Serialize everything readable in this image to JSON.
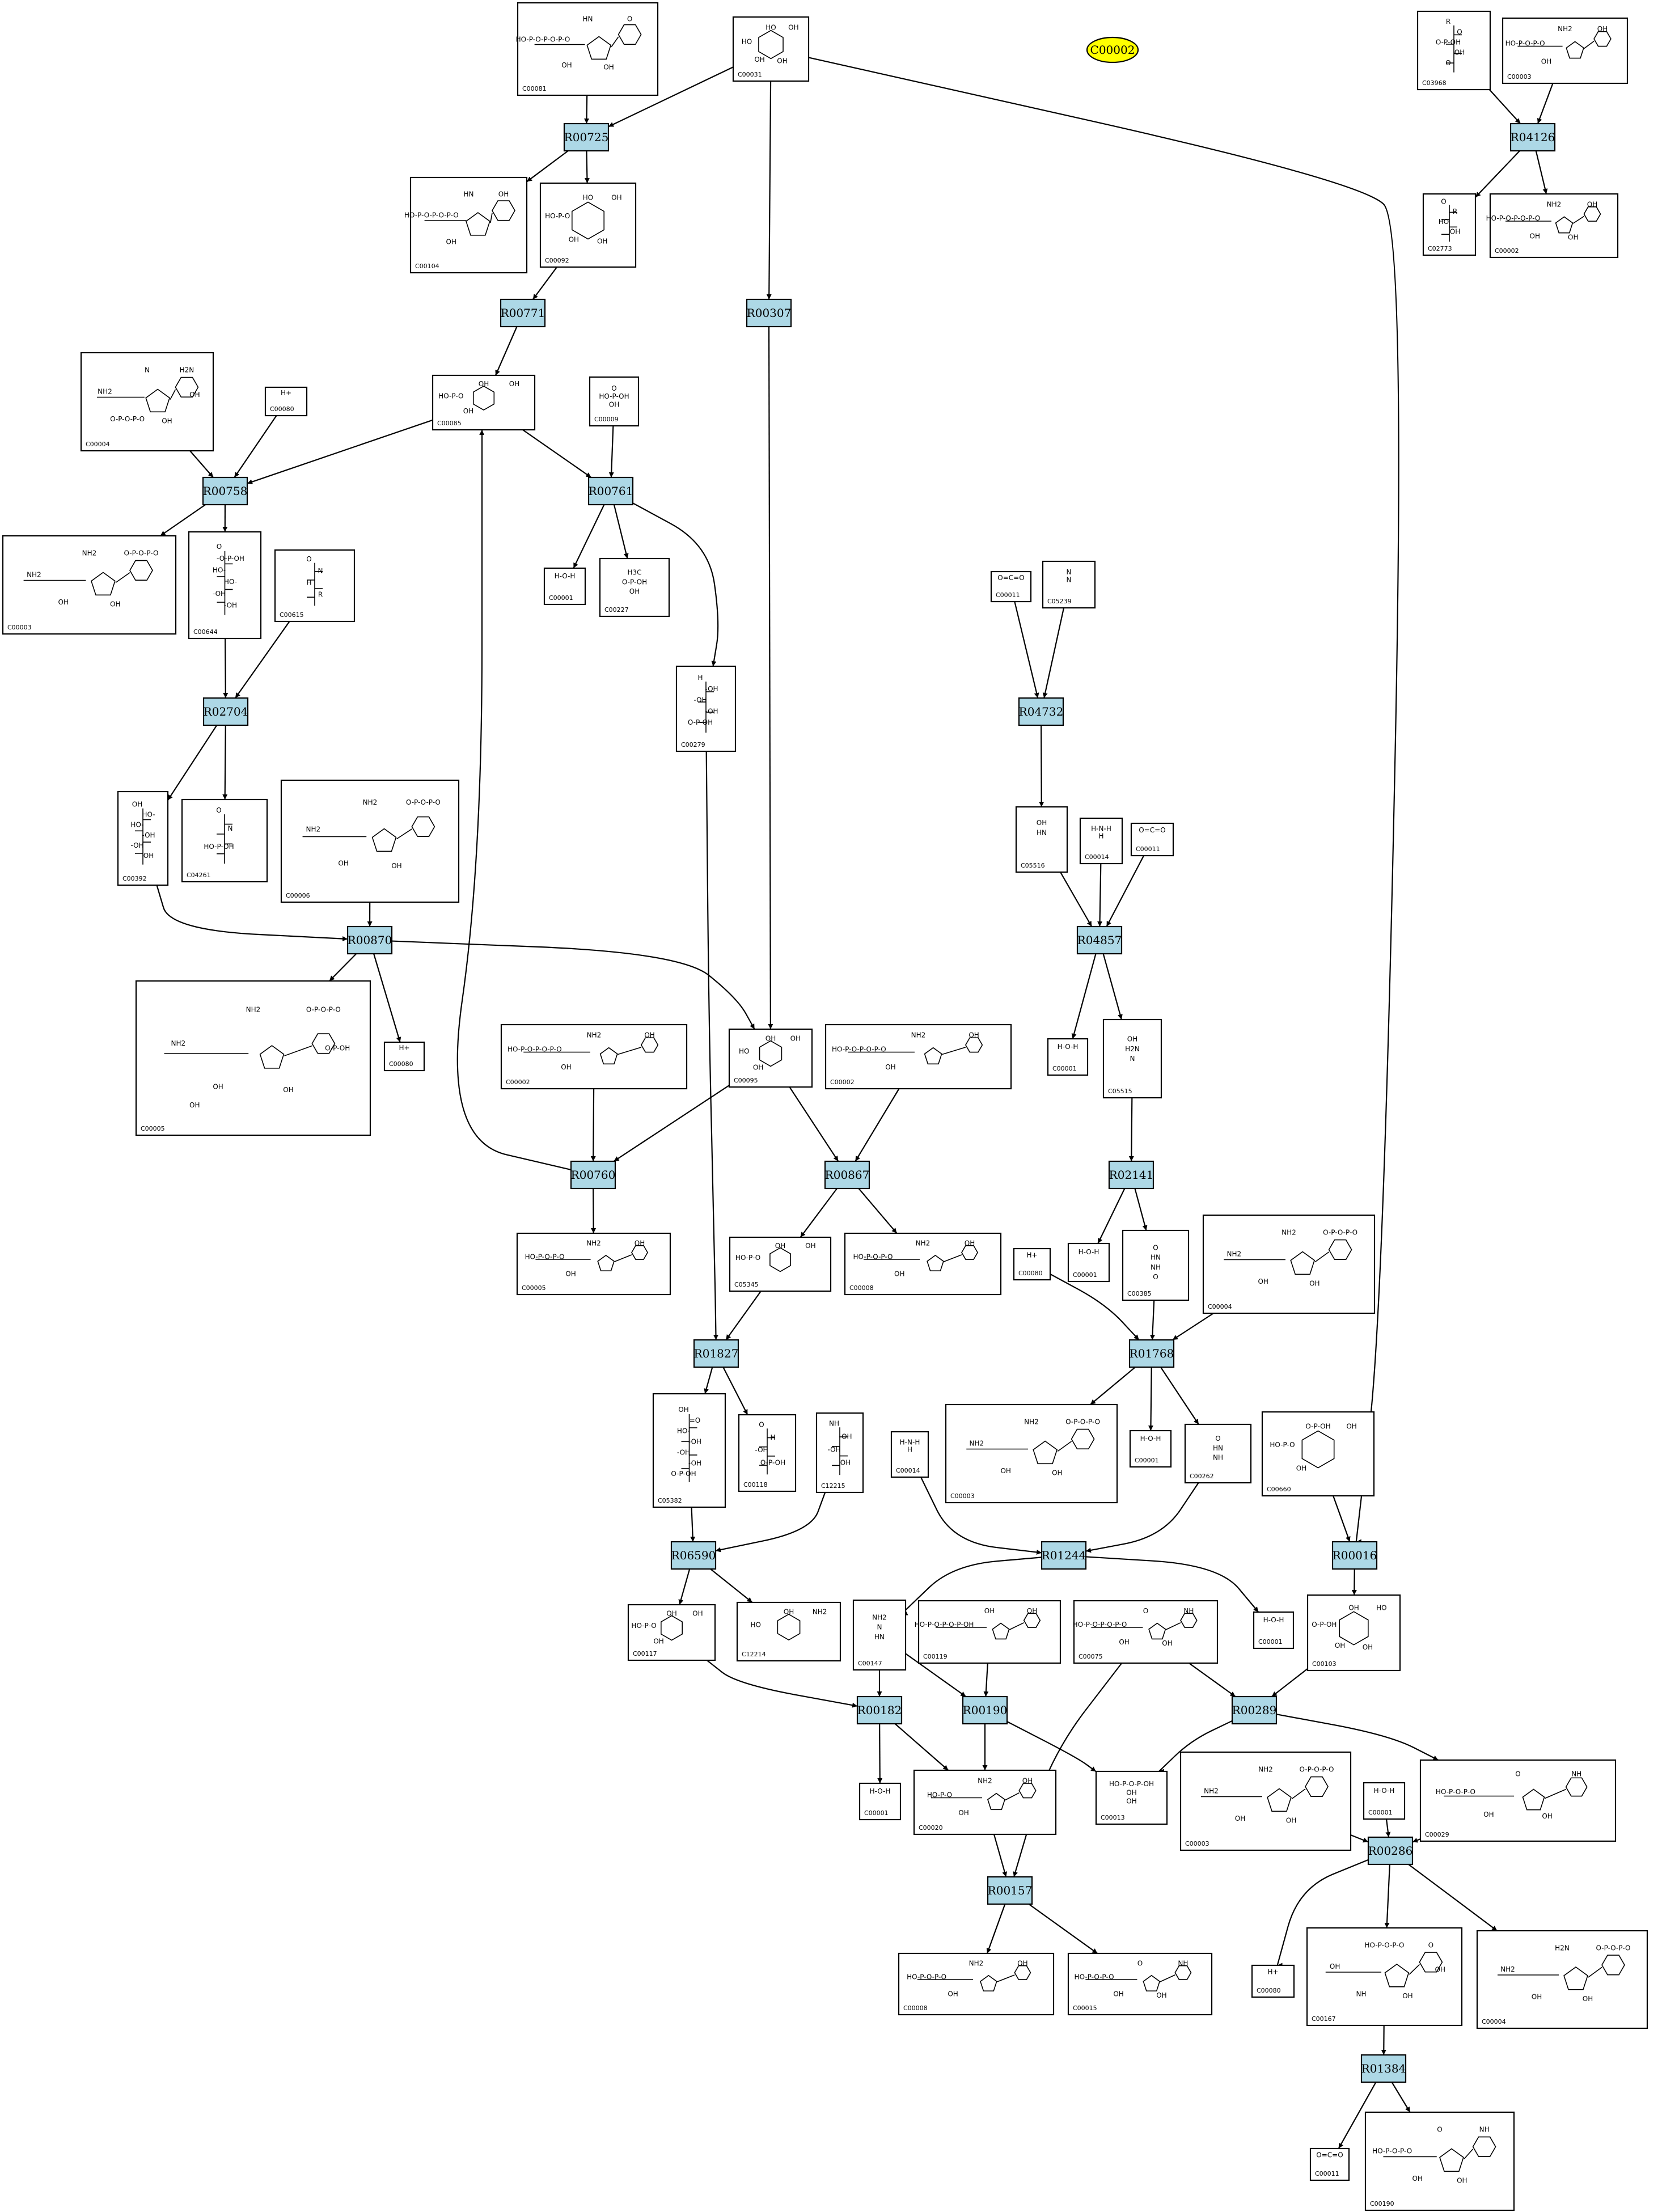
{
  "highlight": {
    "label": "C00002"
  },
  "reactions": [
    {
      "id": "R00725",
      "label": "R00725"
    },
    {
      "id": "R00771",
      "label": "R00771"
    },
    {
      "id": "R00307",
      "label": "R00307"
    },
    {
      "id": "R04126",
      "label": "R04126"
    },
    {
      "id": "R00758",
      "label": "R00758"
    },
    {
      "id": "R00761",
      "label": "R00761"
    },
    {
      "id": "R02704",
      "label": "R02704"
    },
    {
      "id": "R04732",
      "label": "R04732"
    },
    {
      "id": "R00870",
      "label": "R00870"
    },
    {
      "id": "R04857",
      "label": "R04857"
    },
    {
      "id": "R00760",
      "label": "R00760"
    },
    {
      "id": "R00867",
      "label": "R00867"
    },
    {
      "id": "R02141",
      "label": "R02141"
    },
    {
      "id": "R01827",
      "label": "R01827"
    },
    {
      "id": "R01768",
      "label": "R01768"
    },
    {
      "id": "R06590",
      "label": "R06590"
    },
    {
      "id": "R01244",
      "label": "R01244"
    },
    {
      "id": "R00016",
      "label": "R00016"
    },
    {
      "id": "R00182",
      "label": "R00182"
    },
    {
      "id": "R00190",
      "label": "R00190"
    },
    {
      "id": "R00289",
      "label": "R00289"
    },
    {
      "id": "R00157",
      "label": "R00157"
    },
    {
      "id": "R00286",
      "label": "R00286"
    },
    {
      "id": "R01384",
      "label": "R01384"
    }
  ],
  "compounds": [
    {
      "id": "n1",
      "label": "C00081",
      "kind": "nuc",
      "texts": [
        "HO-P-O-P-O-P-O",
        "HN",
        "O",
        "OH",
        "OH"
      ]
    },
    {
      "id": "n2",
      "label": "C00031",
      "kind": "sugar",
      "texts": [
        "HO",
        "HO",
        "OH",
        "OH",
        "OH"
      ]
    },
    {
      "id": "n3",
      "label": "C03968",
      "kind": "chain",
      "texts": [
        "R",
        "O",
        "O-P-OH",
        "OH",
        "O"
      ]
    },
    {
      "id": "n4",
      "label": "C00003",
      "kind": "nuc",
      "texts": [
        "HO-P-O-P-O",
        "NH2",
        "OH",
        "OH"
      ]
    },
    {
      "id": "n5",
      "label": "C00104",
      "kind": "nuc",
      "texts": [
        "HO-P-O-P-O-P-O",
        "HN",
        "OH",
        "OH"
      ]
    },
    {
      "id": "n6",
      "label": "C00092",
      "kind": "sugar",
      "texts": [
        "HO-P-O",
        "HO",
        "OH",
        "OH",
        "OH"
      ]
    },
    {
      "id": "n7",
      "label": "C02773",
      "kind": "chain",
      "texts": [
        "O",
        "R",
        "HO",
        "OH"
      ]
    },
    {
      "id": "n8",
      "label": "C00002",
      "kind": "nuc",
      "texts": [
        "HO-P-O-P-O-P-O",
        "NH2",
        "OH",
        "OH",
        "OH"
      ]
    },
    {
      "id": "n9",
      "label": "C00004",
      "kind": "nuc",
      "texts": [
        "NH2",
        "N",
        "H2N",
        "O-P-O-P-O",
        "OH",
        "OH"
      ]
    },
    {
      "id": "n10",
      "label": "C00080",
      "kind": "small",
      "texts": [
        "H+"
      ]
    },
    {
      "id": "n11",
      "label": "C00085",
      "kind": "sugar",
      "texts": [
        "HO-P-O",
        "OH",
        "OH",
        "OH"
      ]
    },
    {
      "id": "n12",
      "label": "C00009",
      "kind": "small",
      "texts": [
        "O",
        "HO-P-OH",
        "OH"
      ]
    },
    {
      "id": "n13",
      "label": "C00003",
      "kind": "nuc",
      "texts": [
        "NH2",
        "NH2",
        "O-P-O-P-O",
        "OH",
        "OH"
      ]
    },
    {
      "id": "n14",
      "label": "C00644",
      "kind": "chain",
      "texts": [
        "O",
        "-O-P-OH",
        "HO-",
        "HO-",
        "-OH",
        "-OH"
      ]
    },
    {
      "id": "n15",
      "label": "C00615",
      "kind": "chain",
      "texts": [
        "O",
        "N",
        "H",
        "R"
      ]
    },
    {
      "id": "n16",
      "label": "C00001",
      "kind": "small",
      "texts": [
        "H-O-H"
      ]
    },
    {
      "id": "n17",
      "label": "C00227",
      "kind": "small",
      "texts": [
        "H3C",
        "O-P-OH",
        "OH"
      ]
    },
    {
      "id": "n18",
      "label": "C00011",
      "kind": "small",
      "texts": [
        "O=C=O"
      ]
    },
    {
      "id": "n19",
      "label": "C05239",
      "kind": "small",
      "texts": [
        "N",
        "N"
      ]
    },
    {
      "id": "n20",
      "label": "C00279",
      "kind": "chain",
      "texts": [
        "H",
        "-OH",
        "-OH",
        "-OH",
        "O-P-OH"
      ]
    },
    {
      "id": "n21",
      "label": "C00392",
      "kind": "chain",
      "texts": [
        "OH",
        "HO-",
        "HO-",
        "-OH",
        "-OH",
        "OH"
      ]
    },
    {
      "id": "n22",
      "label": "C04261",
      "kind": "chain",
      "texts": [
        "O",
        "N",
        "HO-P-OH"
      ]
    },
    {
      "id": "n23",
      "label": "C00006",
      "kind": "nuc",
      "texts": [
        "NH2",
        "NH2",
        "O-P-O-P-O",
        "OH",
        "OH"
      ]
    },
    {
      "id": "n24",
      "label": "C05516",
      "kind": "small",
      "texts": [
        "OH",
        "HN"
      ]
    },
    {
      "id": "n25",
      "label": "C00014",
      "kind": "small",
      "texts": [
        "H-N-H",
        "H"
      ]
    },
    {
      "id": "n26",
      "label": "C00011",
      "kind": "small",
      "texts": [
        "O=C=O"
      ]
    },
    {
      "id": "n27",
      "label": "C00005",
      "kind": "nuc",
      "texts": [
        "NH2",
        "NH2",
        "O-P-O-P-O",
        "OH",
        "OH",
        "O-P-OH",
        "OH"
      ]
    },
    {
      "id": "n28",
      "label": "C00080",
      "kind": "small",
      "texts": [
        "H+"
      ]
    },
    {
      "id": "n29",
      "label": "C00002",
      "kind": "nuc",
      "texts": [
        "HO-P-O-P-O-P-O",
        "NH2",
        "OH",
        "OH"
      ]
    },
    {
      "id": "n30",
      "label": "C00095",
      "kind": "sugar",
      "texts": [
        "HO",
        "OH",
        "OH",
        "OH"
      ]
    },
    {
      "id": "n31",
      "label": "C00002",
      "kind": "nuc",
      "texts": [
        "HO-P-O-P-O-P-O",
        "NH2",
        "OH",
        "OH"
      ]
    },
    {
      "id": "n32",
      "label": "C00001",
      "kind": "small",
      "texts": [
        "H-O-H"
      ]
    },
    {
      "id": "n33",
      "label": "C05515",
      "kind": "small",
      "texts": [
        "OH",
        "H2N",
        "N"
      ]
    },
    {
      "id": "n34",
      "label": "C00005",
      "kind": "nuc",
      "texts": [
        "HO-P-O-P-O",
        "NH2",
        "OH",
        "OH"
      ]
    },
    {
      "id": "n35",
      "label": "C05345",
      "kind": "sugar",
      "texts": [
        "HO-P-O",
        "OH",
        "OH"
      ]
    },
    {
      "id": "n36",
      "label": "C00008",
      "kind": "nuc",
      "texts": [
        "HO-P-O-P-O",
        "NH2",
        "OH",
        "OH"
      ]
    },
    {
      "id": "n37",
      "label": "C00080",
      "kind": "small",
      "texts": [
        "H+"
      ]
    },
    {
      "id": "n38",
      "label": "C00001",
      "kind": "small",
      "texts": [
        "H-O-H"
      ]
    },
    {
      "id": "n39",
      "label": "C00385",
      "kind": "small",
      "texts": [
        "O",
        "HN",
        "NH",
        "O"
      ]
    },
    {
      "id": "n40",
      "label": "C00004",
      "kind": "nuc",
      "texts": [
        "NH2",
        "NH2",
        "O-P-O-P-O",
        "OH",
        "OH"
      ]
    },
    {
      "id": "n41",
      "label": "C05382",
      "kind": "chain",
      "texts": [
        "OH",
        "=O",
        "HO-",
        "-OH",
        "-OH",
        "-OH",
        "O-P-OH"
      ]
    },
    {
      "id": "n42",
      "label": "C00118",
      "kind": "chain",
      "texts": [
        "O",
        "H",
        "-OH",
        "O-P-OH"
      ]
    },
    {
      "id": "n43",
      "label": "C12215",
      "kind": "chain",
      "texts": [
        "NH",
        "-OH",
        "-OH",
        "OH"
      ]
    },
    {
      "id": "n44",
      "label": "C00014",
      "kind": "small",
      "texts": [
        "H-N-H",
        "H"
      ]
    },
    {
      "id": "n45",
      "label": "C00003",
      "kind": "nuc",
      "texts": [
        "NH2",
        "NH2",
        "O-P-O-P-O",
        "OH",
        "OH"
      ]
    },
    {
      "id": "n46",
      "label": "C00001",
      "kind": "small",
      "texts": [
        "H-O-H"
      ]
    },
    {
      "id": "n47",
      "label": "C00262",
      "kind": "small",
      "texts": [
        "O",
        "HN",
        "NH"
      ]
    },
    {
      "id": "n48",
      "label": "C00660",
      "kind": "sugar",
      "texts": [
        "HO-P-O",
        "O-P-OH",
        "OH",
        "OH"
      ]
    },
    {
      "id": "n49",
      "label": "C00117",
      "kind": "sugar",
      "texts": [
        "HO-P-O",
        "OH",
        "OH",
        "OH"
      ]
    },
    {
      "id": "n50",
      "label": "C12214",
      "kind": "sugar",
      "texts": [
        "HO",
        "OH",
        "NH2"
      ]
    },
    {
      "id": "n51",
      "label": "C00147",
      "kind": "small",
      "texts": [
        "NH2",
        "N",
        "HN"
      ]
    },
    {
      "id": "n52",
      "label": "C00119",
      "kind": "nuc",
      "texts": [
        "HO-P-O-P-O-P-OH",
        "OH",
        "OH"
      ]
    },
    {
      "id": "n53",
      "label": "C00075",
      "kind": "nuc",
      "texts": [
        "HO-P-O-P-O-P-O",
        "O",
        "NH",
        "OH",
        "OH"
      ]
    },
    {
      "id": "n54",
      "label": "C00001",
      "kind": "small",
      "texts": [
        "H-O-H"
      ]
    },
    {
      "id": "n55",
      "label": "C00103",
      "kind": "sugar",
      "texts": [
        "O-P-OH",
        "OH",
        "HO",
        "OH",
        "OH"
      ]
    },
    {
      "id": "n56",
      "label": "C00001",
      "kind": "small",
      "texts": [
        "H-O-H"
      ]
    },
    {
      "id": "n57",
      "label": "C00020",
      "kind": "nuc",
      "texts": [
        "HO-P-O",
        "NH2",
        "OH",
        "OH"
      ]
    },
    {
      "id": "n58",
      "label": "C00013",
      "kind": "small",
      "texts": [
        "HO-P-O-P-OH",
        "OH",
        "OH"
      ]
    },
    {
      "id": "n59",
      "label": "C00003",
      "kind": "nuc",
      "texts": [
        "NH2",
        "NH2",
        "O-P-O-P-O",
        "OH",
        "OH"
      ]
    },
    {
      "id": "n60",
      "label": "C00001",
      "kind": "small",
      "texts": [
        "H-O-H"
      ]
    },
    {
      "id": "n61",
      "label": "C00029",
      "kind": "nuc",
      "texts": [
        "HO-P-O-P-O",
        "O",
        "NH",
        "OH",
        "OH"
      ]
    },
    {
      "id": "n62",
      "label": "C00008",
      "kind": "nuc",
      "texts": [
        "HO-P-O-P-O",
        "NH2",
        "OH",
        "OH"
      ]
    },
    {
      "id": "n63",
      "label": "C00015",
      "kind": "nuc",
      "texts": [
        "HO-P-O-P-O",
        "O",
        "NH",
        "OH",
        "OH"
      ]
    },
    {
      "id": "n64",
      "label": "C00080",
      "kind": "small",
      "texts": [
        "H+"
      ]
    },
    {
      "id": "n65",
      "label": "C00167",
      "kind": "nuc",
      "texts": [
        "OH",
        "HO-P-O-P-O",
        "O",
        "NH",
        "OH",
        "OH"
      ]
    },
    {
      "id": "n66",
      "label": "C00004",
      "kind": "nuc",
      "texts": [
        "NH2",
        "H2N",
        "O-P-O-P-O",
        "OH",
        "OH"
      ]
    },
    {
      "id": "n67",
      "label": "C00011",
      "kind": "small",
      "texts": [
        "O=C=O"
      ]
    },
    {
      "id": "n68",
      "label": "C00190",
      "kind": "nuc",
      "texts": [
        "HO-P-O-P-O",
        "O",
        "NH",
        "OH",
        "OH"
      ]
    }
  ]
}
